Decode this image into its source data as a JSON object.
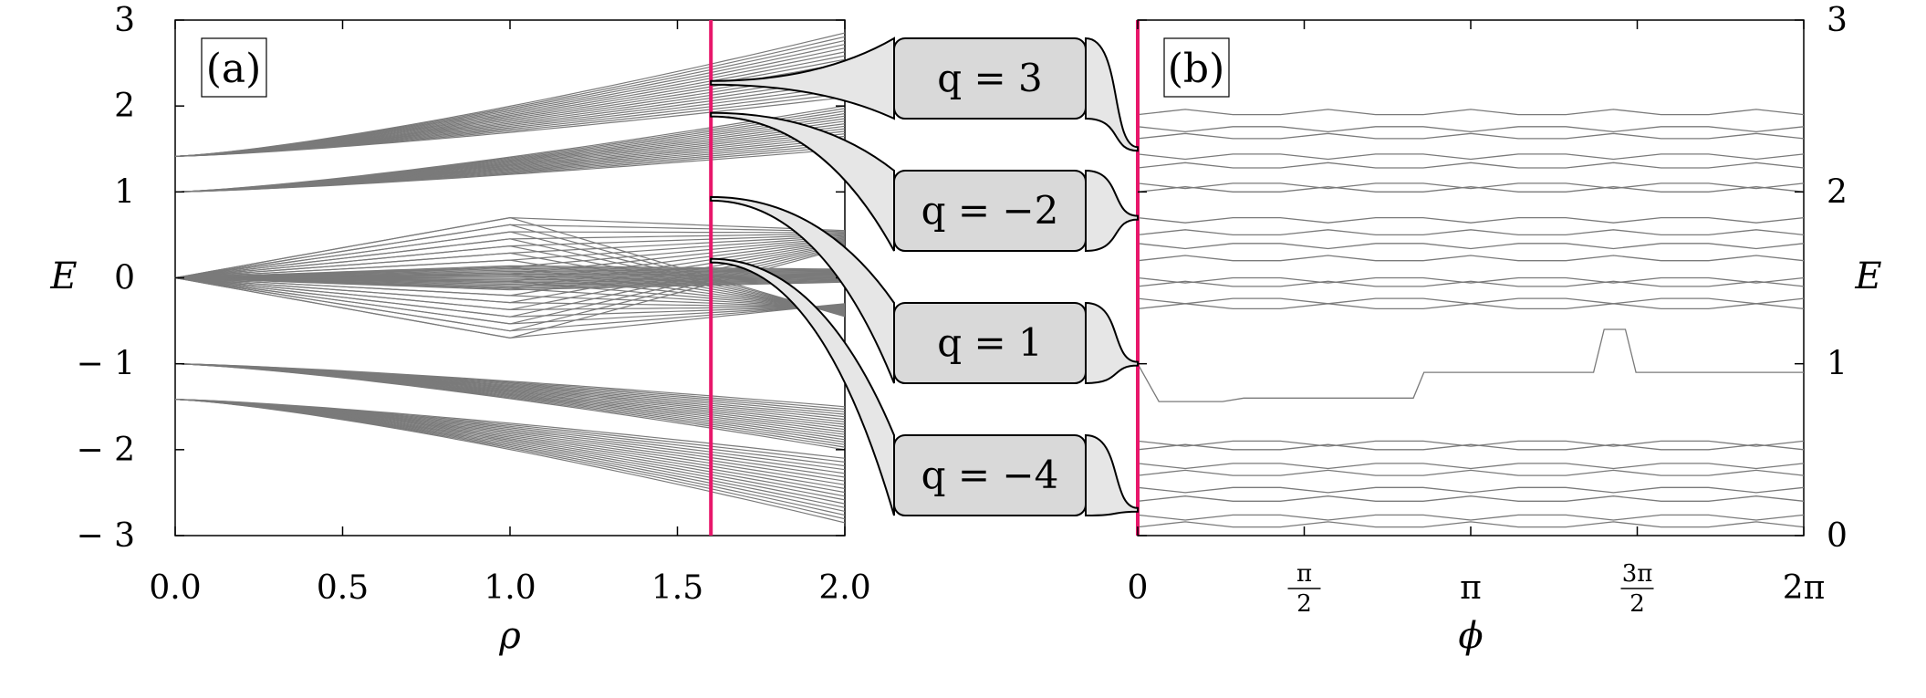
{
  "chart_data": [
    {
      "panel": "(a)",
      "type": "line",
      "xlabel": "ρ",
      "ylabel": "E",
      "xlim": [
        0,
        2
      ],
      "ylim": [
        -3,
        3
      ],
      "xticks": [
        "0.0",
        "0.5",
        "1.0",
        "1.5",
        "2.0"
      ],
      "yticks": [
        "3",
        "2",
        "1",
        "0",
        "− 1",
        "− 2",
        "− 3"
      ],
      "line_color": "#7a7a7a",
      "marker_x": 1.6,
      "marker_color": "#e8176b",
      "branch_points": [
        -1.414,
        -1,
        0,
        1,
        1.414
      ],
      "bands": [
        {
          "start": 1.414,
          "start_x": 0,
          "end_range": [
            2.1,
            2.85
          ]
        },
        {
          "start": 1,
          "start_x": 0,
          "end_range": [
            1.5,
            2.0
          ]
        },
        {
          "start": 0,
          "start_x": 0,
          "end_range": [
            0.35,
            0.55
          ]
        },
        {
          "start": 0,
          "start_x": 0,
          "end_range": [
            -0.05,
            0.1
          ]
        },
        {
          "start": 0,
          "start_x": 0,
          "end_range": [
            -0.45,
            -0.3
          ]
        },
        {
          "start": -1,
          "start_x": 0,
          "end_range": [
            -2.0,
            -1.5
          ]
        },
        {
          "start": -1.414,
          "start_x": 0,
          "end_range": [
            -2.85,
            -2.1
          ]
        }
      ],
      "grid": false
    },
    {
      "panel": "(b)",
      "type": "line",
      "xlabel": "ϕ",
      "ylabel": "E",
      "xlim": [
        0,
        6.283
      ],
      "ylim": [
        0,
        3
      ],
      "xticks": [
        "0",
        "π/2",
        "π",
        "3π/2",
        "2π"
      ],
      "yticks": [
        "3",
        "2",
        "1",
        "0"
      ],
      "line_color": "#7a7a7a",
      "marker_x": 0,
      "marker_color": "#e8176b",
      "levels": [
        2.45,
        2.38,
        2.31,
        2.22,
        2.14,
        2.05,
        2.0,
        1.85,
        1.75,
        1.7,
        1.6,
        1.5,
        1.45,
        1.38,
        1.32,
        0.55,
        0.5,
        0.42,
        0.35,
        0.28,
        0.2,
        0.12,
        0.05
      ],
      "grid": false
    }
  ],
  "panel_labels": {
    "a": "(a)",
    "b": "(b)"
  },
  "callouts": [
    {
      "label": "q = 3",
      "from_a": 2.27,
      "to_b": 2.25
    },
    {
      "label": "q = −2",
      "from_a": 1.9,
      "to_b": 1.85
    },
    {
      "label": "q = 1",
      "from_a": 0.92,
      "to_b": 1.0
    },
    {
      "label": "q = −4",
      "from_a": 0.2,
      "to_b": 0.15
    }
  ]
}
